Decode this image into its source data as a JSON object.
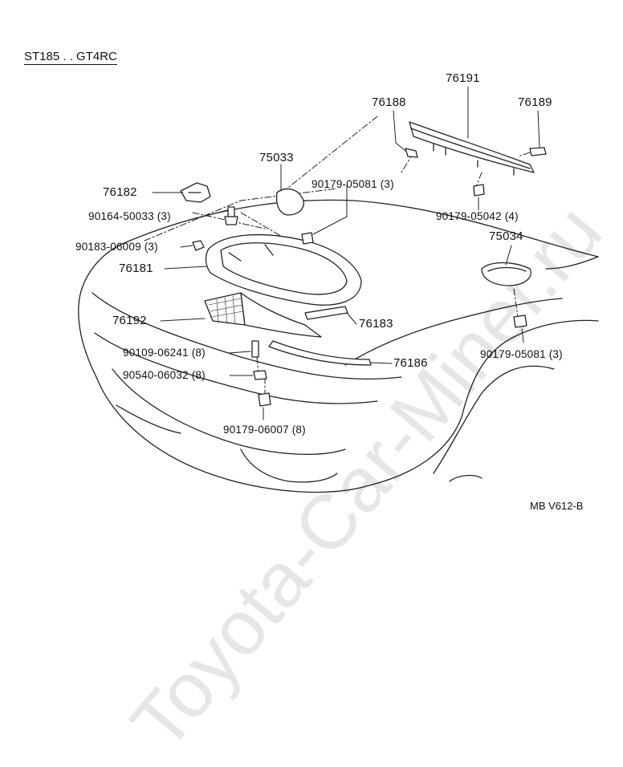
{
  "header": {
    "model_code": "ST185 . . GT4RC"
  },
  "watermark": {
    "text": "Toyota-Car-Miner.ru"
  },
  "reference_code": "MB V612-B",
  "parts": [
    {
      "id": "76191",
      "label": "76191"
    },
    {
      "id": "76188",
      "label": "76188"
    },
    {
      "id": "76189",
      "label": "76189"
    },
    {
      "id": "75033",
      "label": "75033"
    },
    {
      "id": "90179-05081-left",
      "label": "90179-05081 (3)"
    },
    {
      "id": "76182",
      "label": "76182"
    },
    {
      "id": "90164-50033",
      "label": "90164-50033 (3)"
    },
    {
      "id": "90179-05042",
      "label": "90179-05042 (4)"
    },
    {
      "id": "90183-06009",
      "label": "90183-06009 (3)"
    },
    {
      "id": "75034",
      "label": "75034"
    },
    {
      "id": "76181",
      "label": "76181"
    },
    {
      "id": "76192",
      "label": "76192"
    },
    {
      "id": "76183",
      "label": "76183"
    },
    {
      "id": "90109-06241",
      "label": "90109-06241 (8)"
    },
    {
      "id": "90179-05081-right",
      "label": "90179-05081 (3)"
    },
    {
      "id": "76186",
      "label": "76186"
    },
    {
      "id": "90540-06032",
      "label": "90540-06032 (8)"
    },
    {
      "id": "90179-06007",
      "label": "90179-06007 (8)"
    }
  ]
}
